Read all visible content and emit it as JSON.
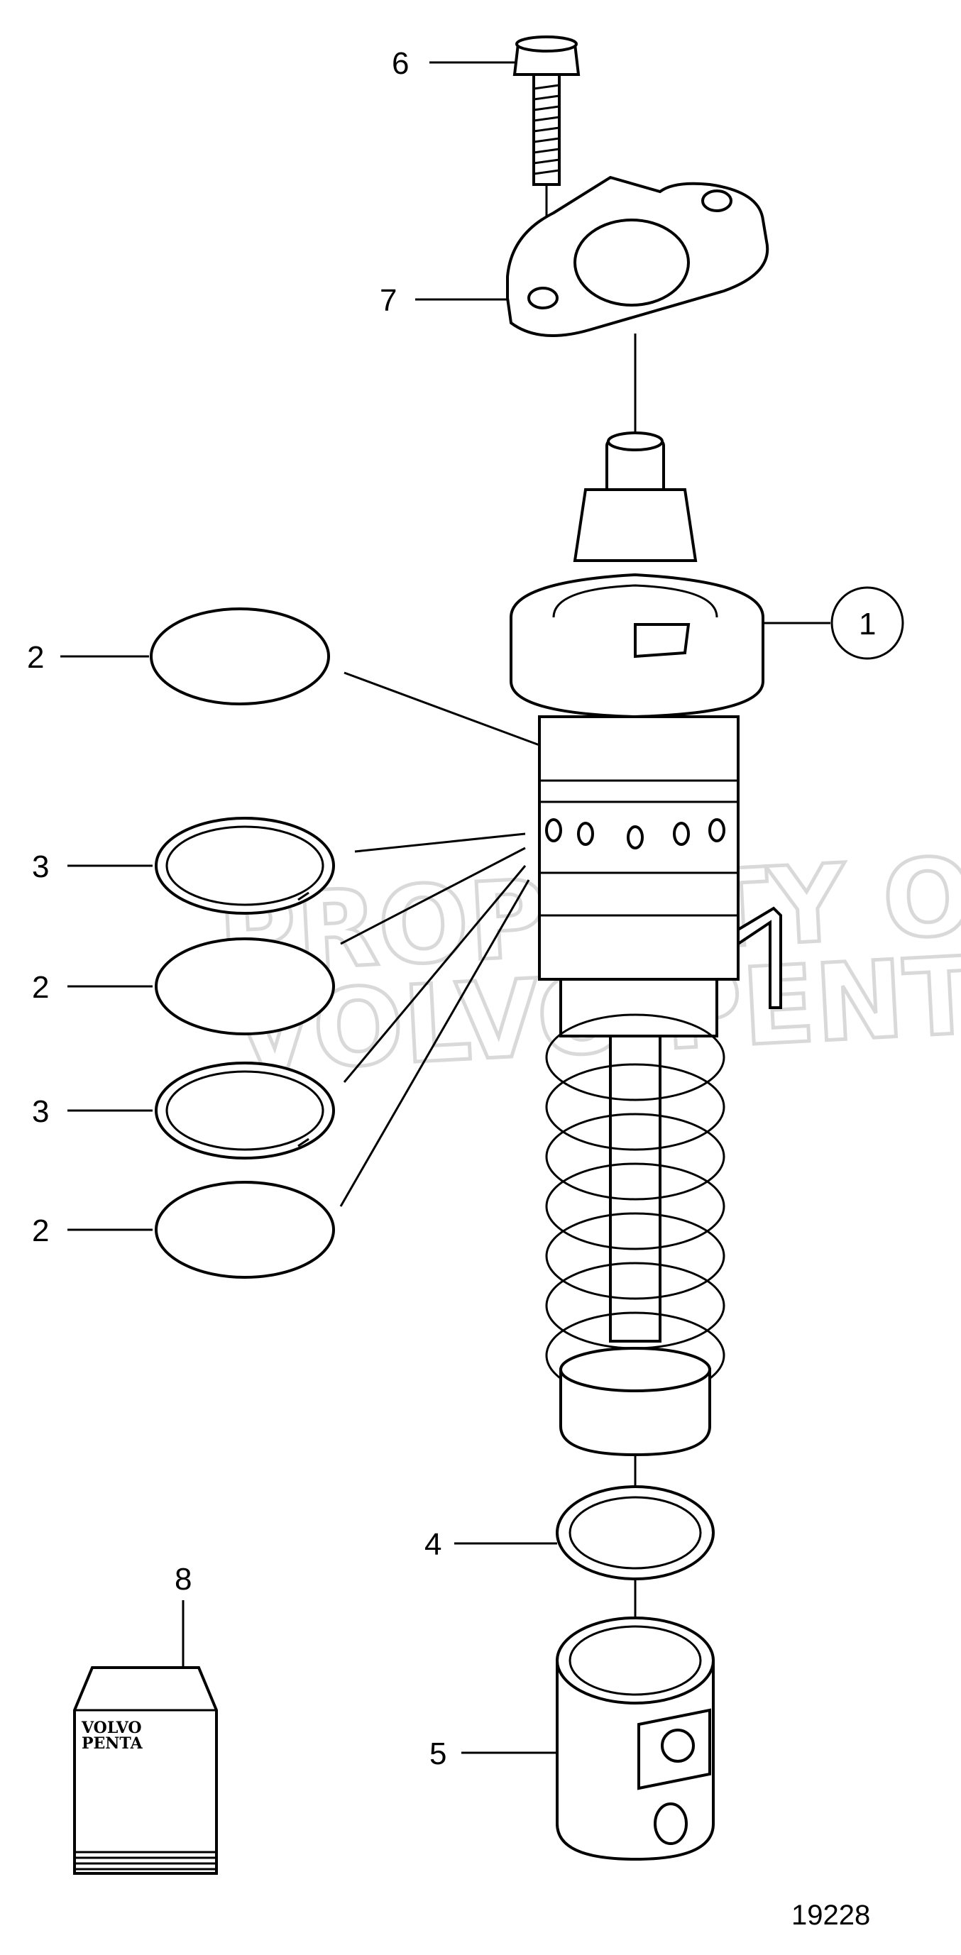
{
  "callouts": [
    {
      "id": "6",
      "label": "6"
    },
    {
      "id": "7",
      "label": "7"
    },
    {
      "id": "1",
      "label": "1"
    },
    {
      "id": "2a",
      "label": "2"
    },
    {
      "id": "3a",
      "label": "3"
    },
    {
      "id": "2b",
      "label": "2"
    },
    {
      "id": "3b",
      "label": "3"
    },
    {
      "id": "2c",
      "label": "2"
    },
    {
      "id": "4",
      "label": "4"
    },
    {
      "id": "8",
      "label": "8"
    },
    {
      "id": "5",
      "label": "5"
    }
  ],
  "figure_number": "19228",
  "watermark": {
    "line1": "PROPERTY OF",
    "line2": "VOLVO PENTA"
  },
  "kit_label": {
    "line1": "VOLVO",
    "line2": "PENTA"
  }
}
